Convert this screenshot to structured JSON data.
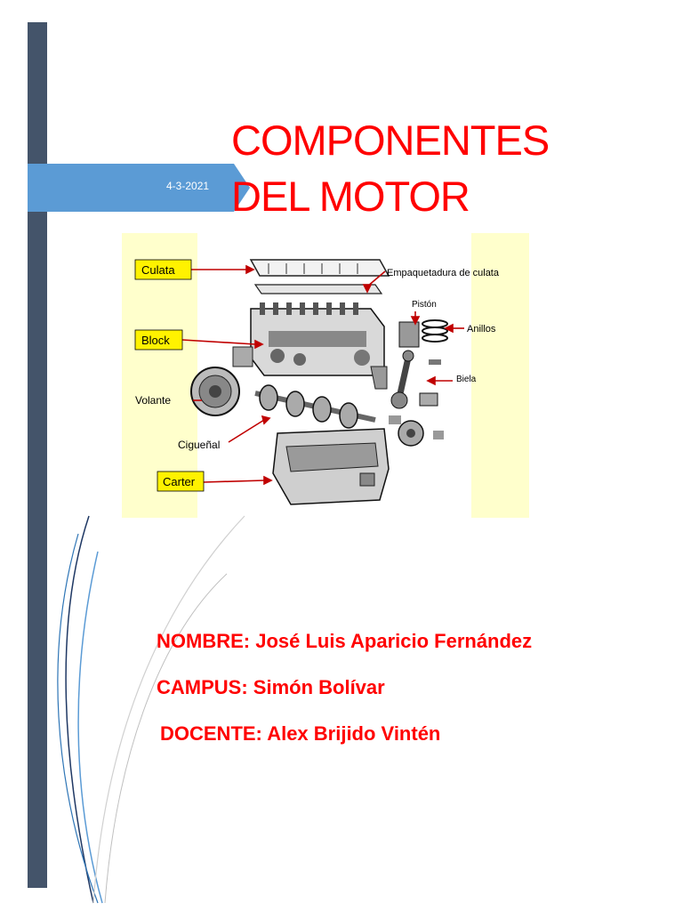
{
  "cover": {
    "date": "4-3-2021",
    "title_line1": "COMPONENTES",
    "title_line2": "DEL MOTOR"
  },
  "diagram": {
    "labels": {
      "culata": "Culata",
      "block": "Block",
      "volante": "Volante",
      "ciguenal": "Cigueñal",
      "carter": "Carter",
      "empaquetadura": "Empaquetadura de culata",
      "piston": "Pistón",
      "anillos": "Anillos",
      "biela": "Biela"
    }
  },
  "info": {
    "nombre_label": "NOMBRE:",
    "nombre": "José Luis Aparicio Fernández",
    "campus_label": "CAMPUS:",
    "campus": "Simón Bolívar",
    "docente_label": "DOCENTE:",
    "docente": "Alex Brijido Vintén"
  },
  "colors": {
    "spine": "#44546a",
    "banner": "#5b9bd5",
    "title": "#ff0000",
    "highlight": "#fff200",
    "panel": "#ffffcc",
    "arrow": "#c00000"
  }
}
